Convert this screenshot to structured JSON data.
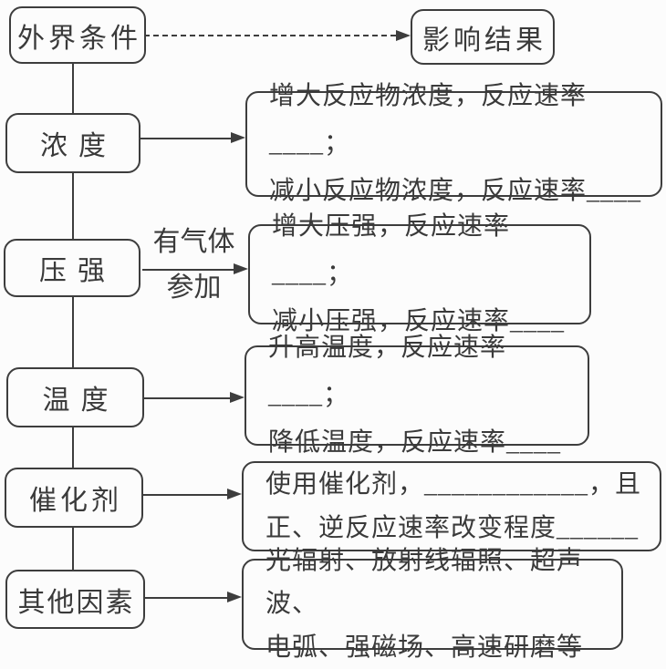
{
  "colors": {
    "ink": "#3a3a3a",
    "background": "#fcfcfc"
  },
  "diagram": {
    "source_box": {
      "label": "外界条件"
    },
    "result_box": {
      "label": "影响结果"
    },
    "factors": [
      {
        "label": "浓度",
        "lines": [
          "增大反应物浓度，反应速率____；",
          "减小反应物浓度，反应速率____"
        ]
      },
      {
        "label": "压强",
        "arrow_label": [
          "有气体",
          "参加"
        ],
        "lines": [
          "增大压强，反应速率____；",
          "减小压强，反应速率____"
        ]
      },
      {
        "label": "温度",
        "lines": [
          "升高温度，反应速率____；",
          "降低温度，反应速率____"
        ]
      },
      {
        "label": "催化剂",
        "lines": [
          "使用催化剂，____________，且",
          "正、逆反应速率改变程度______"
        ]
      },
      {
        "label": "其他因素",
        "lines": [
          "光辐射、放射线辐照、超声波、",
          "电弧、强磁场、高速研磨等"
        ]
      }
    ]
  }
}
